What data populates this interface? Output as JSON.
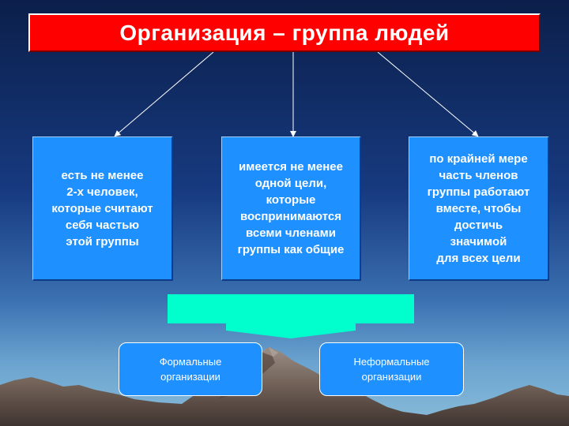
{
  "title": "Организация – группа людей",
  "criteria": [
    {
      "text": "есть не менее\n2-х человек,\nкоторые считают\nсебя частью\nэтой группы"
    },
    {
      "text": "имеется не менее\nодной цели,\nкоторые\nвоспринимаются\nвсеми членами\nгруппы как общие"
    },
    {
      "text": "по крайней мере\nчасть членов\nгруппы работают\nвместе, чтобы\nдостичь\nзначимой\nдля всех цели"
    }
  ],
  "types": [
    {
      "text": "Формальные\nорганизации"
    },
    {
      "text": "Неформальные\nорганизации"
    }
  ],
  "colors": {
    "title_bg": "#ff0000",
    "card_bg": "#1e90ff",
    "arrow_fill": "#00ffcc"
  }
}
